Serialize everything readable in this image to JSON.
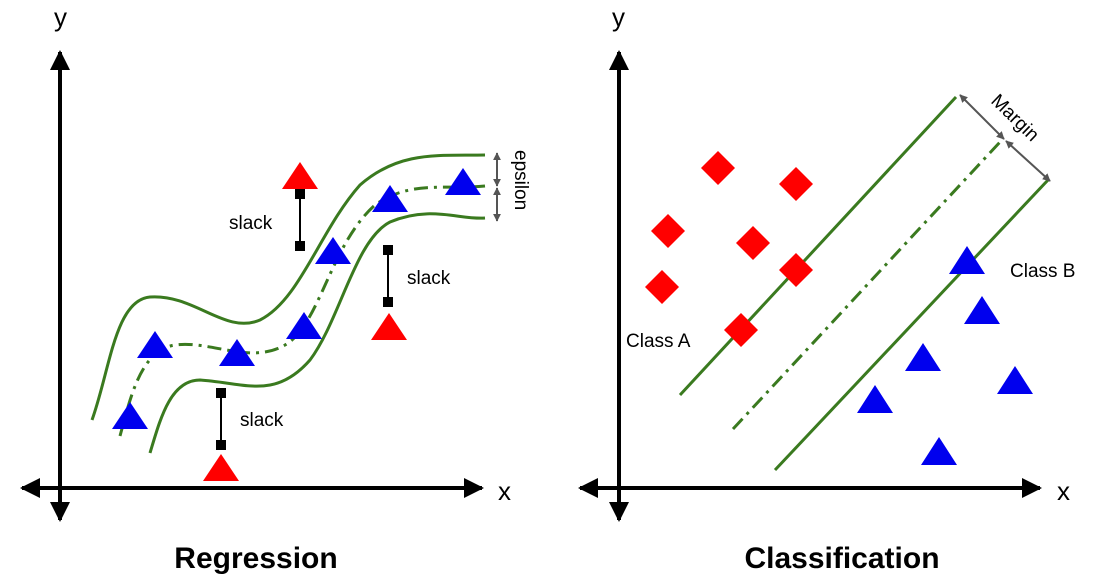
{
  "regression": {
    "title": "Regression",
    "y_axis": "y",
    "x_axis": "x",
    "epsilon_label": "epsilon",
    "slack_labels": [
      "slack",
      "slack",
      "slack"
    ]
  },
  "classification": {
    "title": "Classification",
    "y_axis": "y",
    "x_axis": "x",
    "margin_label": "Margin",
    "class_a_label": "Class A",
    "class_b_label": "Class B"
  },
  "colors": {
    "red": "#ff0000",
    "blue": "#0000ee",
    "green": "#3a7a1f",
    "axis": "#000000",
    "arrow_gray": "#555555"
  }
}
